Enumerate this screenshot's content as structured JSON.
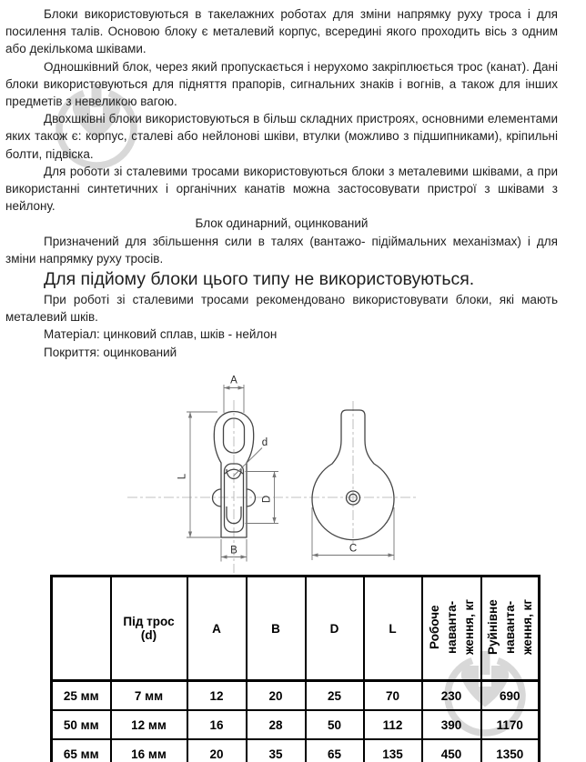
{
  "document": {
    "paragraphs": [
      "Блоки використовуються в такелажних роботах для зміни напрямку руху троса і для посилення талів. Основою блоку є металевий корпус, всередині якого проходить вісь з одним або декількома шківами.",
      "Одношківний блок, через який пропускається і нерухомо закріплюється трос (канат). Дані блоки використовуються для підняття прапорів, сигнальних знаків і вогнів, а також для інших предметів з невеликою вагою.",
      "Двохшківні блоки використовуються в більш складних пристроях, основними елементами яких також є: корпус, сталеві або нейлонові шківи, втулки (можливо з підшипниками), кріпильні болти, підвіска.",
      "Для роботи зі сталевими тросами використовуються блоки з металевими шківами, а при використанні синтетичних і органічних канатів можна застосовувати пристрої з шківами з нейлону.",
      "Призначений для збільшення сили в талях (вантажо- підіймальних механізмах) і для зміни напрямку руху тросів.",
      "При роботі зі сталевими тросами рекомендовано використовувати блоки, які мають металевий шків."
    ],
    "center_heading": "Блок одинарний, оцинкований",
    "emphasis_line": "Для підйому блоки цього типу не використовуються.",
    "material_line": "Матеріал: цинковий сплав, шків - нейлон",
    "coating_line": "Покриття: оцинкований"
  },
  "drawing": {
    "labels": {
      "A": "A",
      "B": "B",
      "C": "C",
      "D": "D",
      "L": "L",
      "d": "d"
    }
  },
  "table": {
    "headers": [
      "",
      "Під трос\n(d)",
      "A",
      "B",
      "D",
      "L",
      "Робоче\nнаванта-\nження, кг",
      "Руйнівне\nнаванта-\nження, кг"
    ],
    "rows": [
      [
        "25 мм",
        "7 мм",
        "12",
        "20",
        "25",
        "70",
        "230",
        "690"
      ],
      [
        "50 мм",
        "12 мм",
        "16",
        "28",
        "50",
        "112",
        "390",
        "1170"
      ],
      [
        "65 мм",
        "16 мм",
        "20",
        "35",
        "65",
        "135",
        "450",
        "1350"
      ]
    ]
  },
  "watermark": {
    "color": "#d8d8d8"
  }
}
